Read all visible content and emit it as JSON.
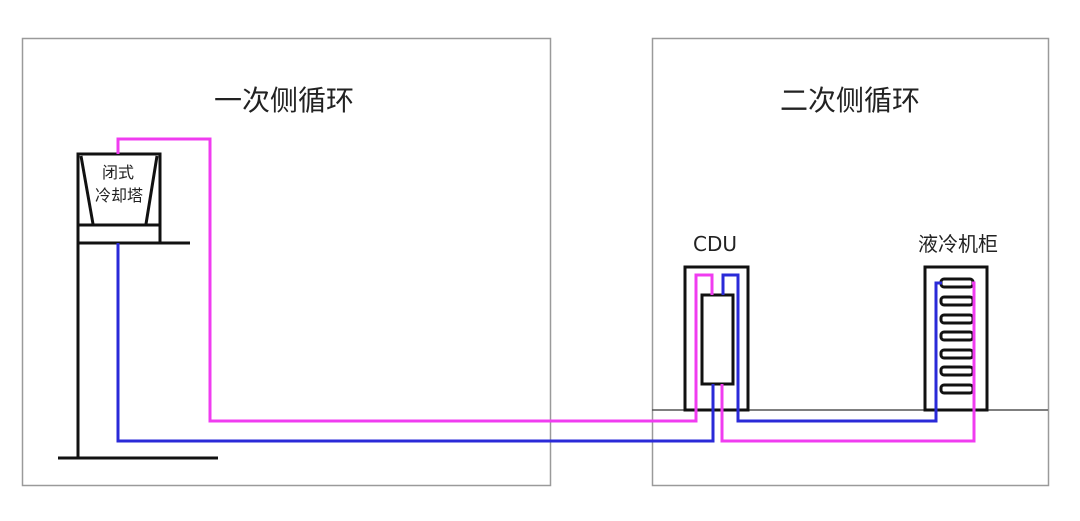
{
  "primary_loop": {
    "title": "一次侧循环",
    "cooling_tower_line1": "闭式",
    "cooling_tower_line2": "冷却塔"
  },
  "secondary_loop": {
    "title": "二次侧循环",
    "cdu_label": "CDU",
    "rack_label": "液冷机柜"
  },
  "colors": {
    "hot_pipe": "#f03cf0",
    "cold_pipe": "#2a2ad8",
    "frame": "#9a9a9a",
    "outline": "#111111"
  }
}
